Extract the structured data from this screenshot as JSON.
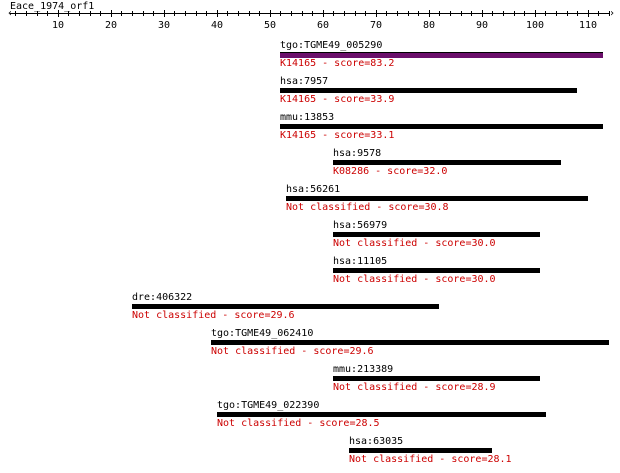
{
  "title": "Eace_1974_orf1",
  "axis": {
    "min": 1,
    "max": 114,
    "ticks": [
      10,
      20,
      30,
      40,
      50,
      60,
      70,
      80,
      90,
      100,
      110
    ]
  },
  "colors": {
    "default_bar": "#000000",
    "highlight_bar": "#6b0f6b",
    "score_text": "#cc0000"
  },
  "hits": [
    {
      "name": "tgo:TGME49_005290",
      "score_label": "K14165 - score=83.2",
      "start": 52,
      "end": 113,
      "highlight": true
    },
    {
      "name": "hsa:7957",
      "score_label": "K14165 - score=33.9",
      "start": 52,
      "end": 108
    },
    {
      "name": "mmu:13853",
      "score_label": "K14165 - score=33.1",
      "start": 52,
      "end": 113
    },
    {
      "name": "hsa:9578",
      "score_label": "K08286 - score=32.0",
      "start": 62,
      "end": 105
    },
    {
      "name": "hsa:56261",
      "score_label": "Not classified - score=30.8",
      "start": 53,
      "end": 110
    },
    {
      "name": "hsa:56979",
      "score_label": "Not classified - score=30.0",
      "start": 62,
      "end": 101
    },
    {
      "name": "hsa:11105",
      "score_label": "Not classified - score=30.0",
      "start": 62,
      "end": 101
    },
    {
      "name": "dre:406322",
      "score_label": "Not classified - score=29.6",
      "start": 24,
      "end": 82
    },
    {
      "name": "tgo:TGME49_062410",
      "score_label": "Not classified - score=29.6",
      "start": 39,
      "end": 114
    },
    {
      "name": "mmu:213389",
      "score_label": "Not classified - score=28.9",
      "start": 62,
      "end": 101
    },
    {
      "name": "tgo:TGME49_022390",
      "score_label": "Not classified - score=28.5",
      "start": 40,
      "end": 102
    },
    {
      "name": "hsa:63035",
      "score_label": "Not classified - score=28.1",
      "start": 65,
      "end": 92
    }
  ]
}
